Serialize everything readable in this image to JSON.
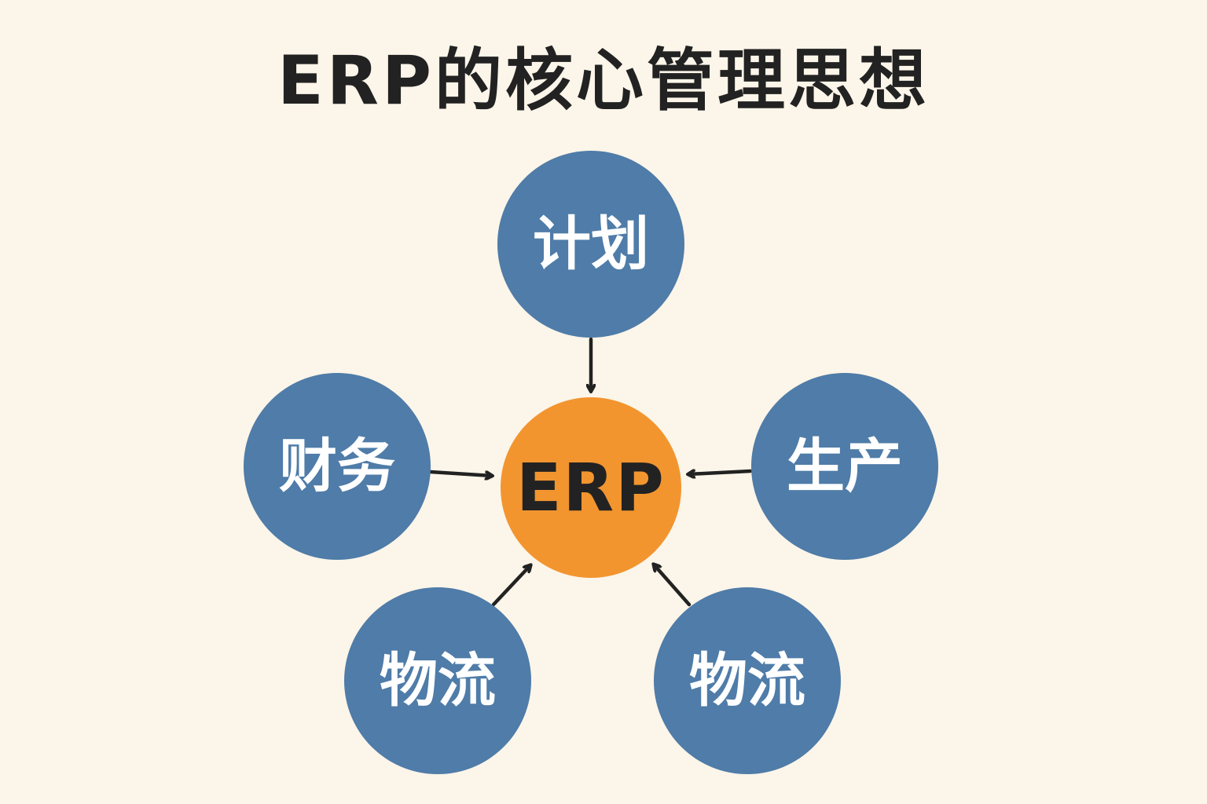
{
  "title": "ERP的核心管理思想",
  "colors": {
    "background": "#fcf5e9",
    "outer_node": "#4f7ca8",
    "center_node": "#f2952f",
    "outer_text": "#ffffff",
    "center_text": "#222222",
    "arrow": "#222222",
    "title_text": "#222222"
  },
  "center": {
    "label": "ERP"
  },
  "nodes": [
    {
      "label": "计划"
    },
    {
      "label": "财务"
    },
    {
      "label": "生产"
    },
    {
      "label": "物流"
    },
    {
      "label": "物流"
    }
  ],
  "arrows": [
    {
      "from": "计划",
      "to": "ERP"
    },
    {
      "from": "财务",
      "to": "ERP"
    },
    {
      "from": "生产",
      "to": "ERP"
    },
    {
      "from": "物流",
      "to": "ERP"
    },
    {
      "from": "物流",
      "to": "ERP"
    }
  ]
}
